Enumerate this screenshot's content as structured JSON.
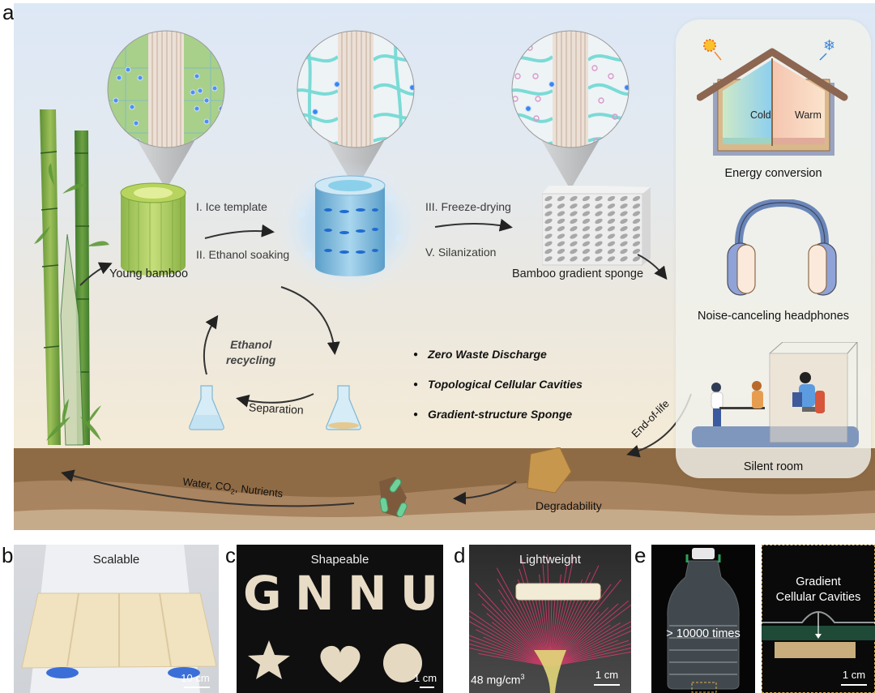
{
  "figure": {
    "panel_letters": [
      "a",
      "b",
      "c",
      "d",
      "e"
    ]
  },
  "panel_a": {
    "stages": {
      "young_bamboo": "Young bamboo",
      "gradient_sponge": "Bamboo gradient sponge"
    },
    "steps": {
      "step1": "I. Ice template",
      "step2": "II. Ethanol soaking",
      "step3": "III. Freeze-drying",
      "step5": "V. Silanization"
    },
    "recycling": {
      "title_line1": "Ethanol",
      "title_line2": "recycling",
      "separation": "Separation"
    },
    "features": [
      "Zero Waste Discharge",
      "Topological Cellular Cavities",
      "Gradient-structure Sponge"
    ],
    "lifecycle": {
      "end_of_life": "End-of-life",
      "degradability": "Degradability",
      "products_prefix": "Water, CO",
      "products_sub": "2",
      "products_suffix": ", Nutrients"
    },
    "applications": {
      "house_cold": "Cold",
      "house_warm": "Warm",
      "energy": "Energy conversion",
      "headphones": "Noise-canceling headphones",
      "silent_room": "Silent room"
    },
    "colors": {
      "bamboo_green": "#7fae45",
      "ice_blue": "#6fb8e0",
      "soil_brown": "#8c6a45",
      "fiber_cyan": "#5fd4cf",
      "ion_blue": "#3a86ef"
    }
  },
  "panel_b": {
    "title": "Scalable",
    "scale": "10 cm"
  },
  "panel_c": {
    "title": "Shapeable",
    "letters": [
      "G",
      "N",
      "N",
      "U"
    ],
    "shapes": [
      "star",
      "heart",
      "circle"
    ],
    "scale": "1 cm"
  },
  "panel_d": {
    "title": "Lightweight",
    "density": "48 mg/cm",
    "density_sup": "3",
    "scale": "1 cm"
  },
  "panel_e": {
    "left_label": "> 10000 times",
    "right_line1": "Gradient",
    "right_line2": "Cellular Cavities",
    "scale": "1 cm"
  }
}
